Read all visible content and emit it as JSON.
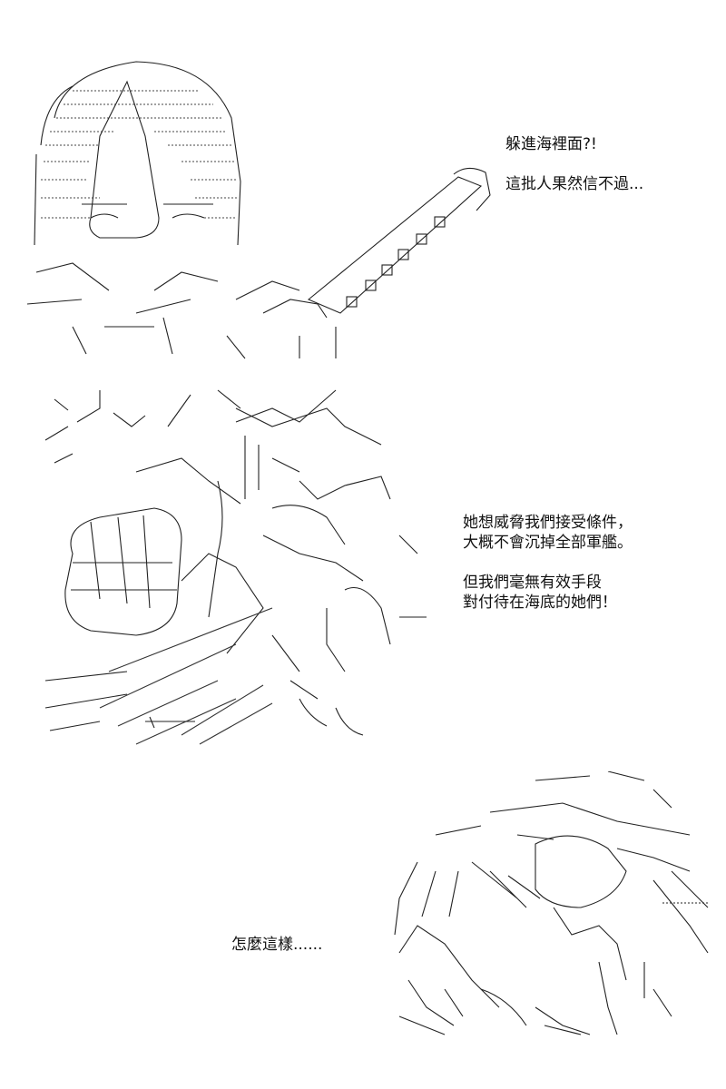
{
  "panel1": {
    "lines": [
      "躲進海裡面?!",
      "",
      "這批人果然信不過..."
    ]
  },
  "panel2": {
    "lines": [
      "她想威脅我們接受條件，",
      "大概不會沉掉全部軍艦。",
      "",
      "但我們毫無有效手段",
      "對付待在海底的她們！"
    ]
  },
  "panel3": {
    "lines": [
      "怎麼這樣......"
    ]
  },
  "colors": {
    "ink": "#111111",
    "paper": "#ffffff"
  }
}
